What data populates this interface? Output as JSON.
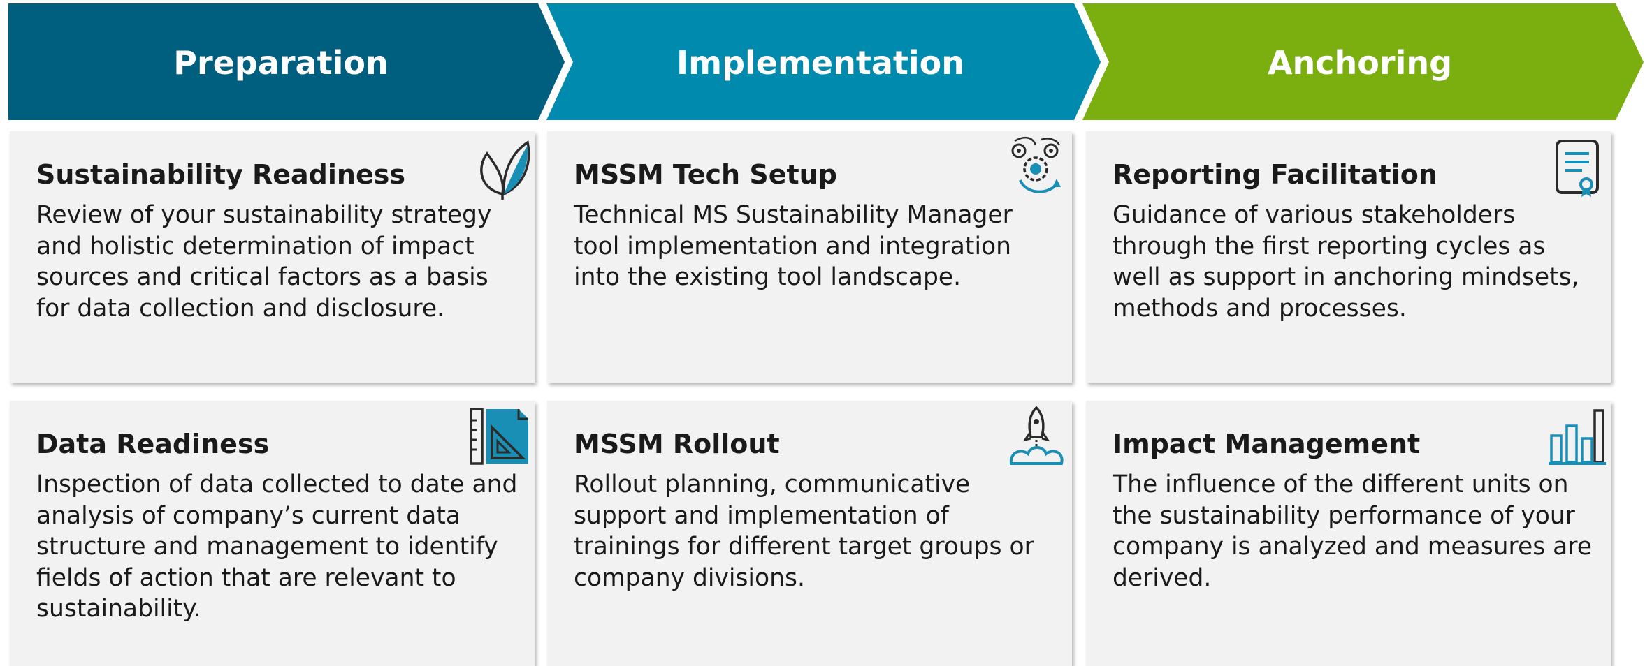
{
  "phases": [
    {
      "title": "Preparation",
      "color": "#005e7f",
      "cards": [
        {
          "title": "Sustainability Readiness",
          "body": "Review of your sustainability strategy and holistic determination of impact sources and critical factors as a basis for data collection and disclosure.",
          "icon": "leaf-icon"
        },
        {
          "title": "Data Readiness",
          "body": "Inspection of data collected to date and analysis of company’s current data structure and management to identify fields of action that are relevant to sustainability.",
          "icon": "ruler-triangle-icon"
        }
      ]
    },
    {
      "title": "Implementation",
      "color": "#008aad",
      "cards": [
        {
          "title": "MSSM Tech Setup",
          "body": "Technical MS Sustainability Manager tool implementation and integration into the existing tool landscape.",
          "icon": "gears-icon"
        },
        {
          "title": "MSSM Rollout",
          "body": "Rollout planning, communicative support and implementation of trainings for different target groups or company divisions.",
          "icon": "rocket-icon"
        }
      ]
    },
    {
      "title": "Anchoring",
      "color": "#7aaf0f",
      "cards": [
        {
          "title": "Reporting Facilitation",
          "body": "Guidance of various stakeholders through the first reporting cycles as well as support in anchoring mindsets, methods and processes.",
          "icon": "certificate-icon"
        },
        {
          "title": "Impact Management",
          "body": "The influence of the different units on the sustainability performance of your company is analyzed and measures are derived.",
          "icon": "bar-chart-icon"
        }
      ]
    }
  ],
  "colors": {
    "card_background": "#f2f2f2",
    "icon_accent": "#1a8fb5",
    "icon_dark": "#2b2b2b"
  }
}
